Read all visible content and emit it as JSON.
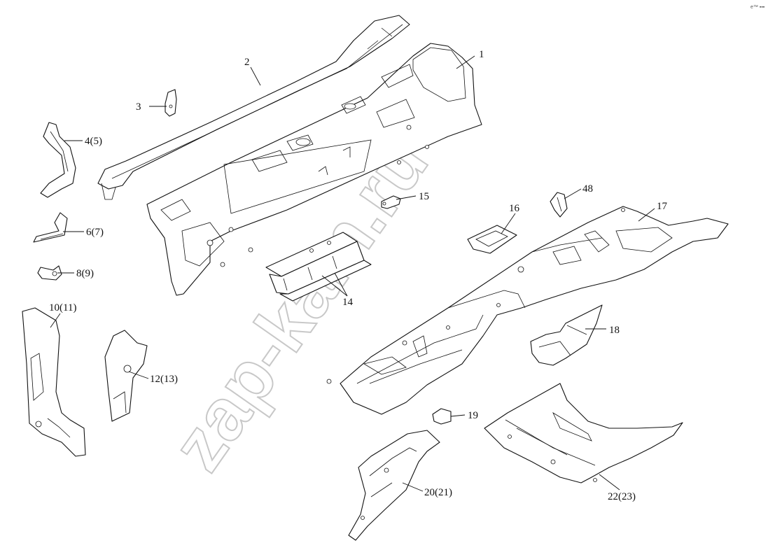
{
  "watermark": "zap-kam.ru",
  "corner_mark": "e™ ▪▪▪",
  "callouts": {
    "c1": "1",
    "c2": "2",
    "c3": "3",
    "c4": "4(5)",
    "c6": "6(7)",
    "c8": "8(9)",
    "c10": "10(11)",
    "c12": "12(13)",
    "c14": "14",
    "c15": "15",
    "c16": "16",
    "c17": "17",
    "c18": "18",
    "c19": "19",
    "c20": "20(21)",
    "c22": "22(23)",
    "c48": "48"
  }
}
